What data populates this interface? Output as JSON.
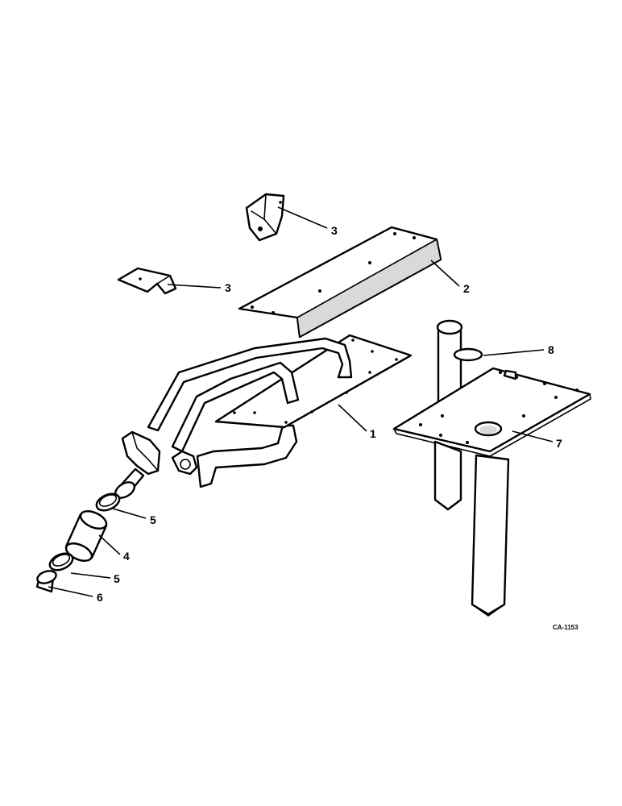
{
  "diagram": {
    "drawing_code": "CA-1153",
    "callouts": [
      {
        "id": "callout-1",
        "label": "1"
      },
      {
        "id": "callout-2",
        "label": "2"
      },
      {
        "id": "callout-3a",
        "label": "3"
      },
      {
        "id": "callout-3b",
        "label": "3"
      },
      {
        "id": "callout-4",
        "label": "4"
      },
      {
        "id": "callout-5a",
        "label": "5"
      },
      {
        "id": "callout-5b",
        "label": "5"
      },
      {
        "id": "callout-6",
        "label": "6"
      },
      {
        "id": "callout-7",
        "label": "7"
      },
      {
        "id": "callout-8",
        "label": "8"
      }
    ]
  }
}
